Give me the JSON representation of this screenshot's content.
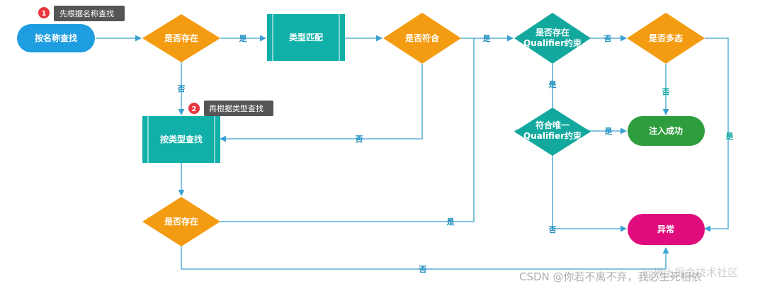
{
  "colors": {
    "start_blue": "#1e9de0",
    "decision_orange": "#f39c12",
    "process_teal": "#10b0a8",
    "decision_teal": "#13a89e",
    "success_green": "#2e9d3e",
    "error_magenta": "#e00c7e",
    "line_blue": "#3aa0d0",
    "tooltip_bg": "#555555",
    "badge_red": "#e8363f"
  },
  "nodes": {
    "start": "按名称查找",
    "exists_name": "是否存在",
    "type_match": "类型匹配",
    "matches": "是否符合",
    "qualifier_exists_line1": "是否存在",
    "qualifier_exists_line2": "Qualifier约束",
    "polymorphic": "是否多态",
    "find_by_type": "按类型查找",
    "exists_type": "是否存在",
    "unique_qualifier_line1": "符合唯一",
    "unique_qualifier_line2": "Qualifier约束",
    "inject_success": "注入成功",
    "exception": "异常"
  },
  "annotations": {
    "tip1_badge": "1",
    "tip1_text": "先根据名称查找",
    "tip2_badge": "2",
    "tip2_text": "再根据类型查找"
  },
  "edges": {
    "name_exists_yes": "是",
    "name_exists_no": "否",
    "matches_yes": "是",
    "matches_no": "否",
    "qualifier_no": "否",
    "qualifier_yes": "是",
    "poly_no": "否",
    "poly_yes": "是",
    "unique_yes": "是",
    "unique_no": "否",
    "type_exists_yes": "是",
    "type_exists_no": "否"
  },
  "watermark": "CSDN @你若不离不弃，我必生死相依",
  "watermark_overlay": "@稀土掘金技术社区"
}
